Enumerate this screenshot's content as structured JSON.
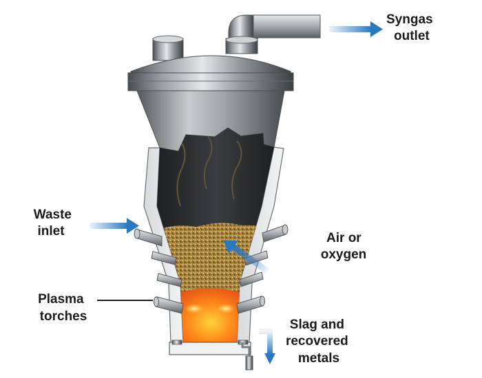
{
  "labels": {
    "syngas": {
      "line1": "Syngas",
      "line2": "outlet"
    },
    "waste": {
      "line1": "Waste",
      "line2": "inlet"
    },
    "air": {
      "line1": "Air or",
      "line2": "oxygen"
    },
    "plasma": {
      "line1": "Plasma",
      "line2": "torches"
    },
    "slag": {
      "line1": "Slag and",
      "line2": "recovered",
      "line3": "metals"
    }
  },
  "colors": {
    "arrow_blue": "#2a78c0",
    "steel": "#8a8d91",
    "steel_dark": "#3e4144",
    "interior_dark": "#2a2c2e",
    "granules": "#b5913e",
    "molten": "#f26a1b",
    "text": "#1a1a1a"
  }
}
